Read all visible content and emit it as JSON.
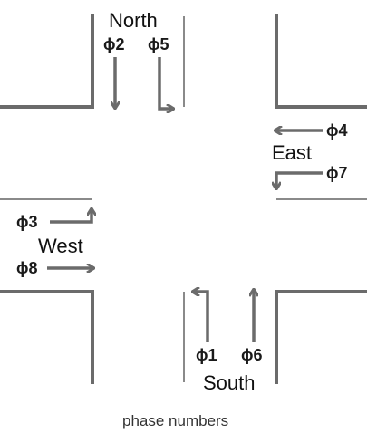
{
  "directions": {
    "north": "North",
    "south": "South",
    "east": "East",
    "west": "West"
  },
  "phases": {
    "north_left": "ϕ2",
    "north_right": "ϕ5",
    "east_top": "ϕ4",
    "east_bottom": "ϕ7",
    "west_top": "ϕ3",
    "west_bottom": "ϕ8",
    "south_left": "ϕ1",
    "south_right": "ϕ6"
  },
  "caption": "phase numbers",
  "colors": {
    "road": "#6b6b6b",
    "text": "#111111"
  }
}
